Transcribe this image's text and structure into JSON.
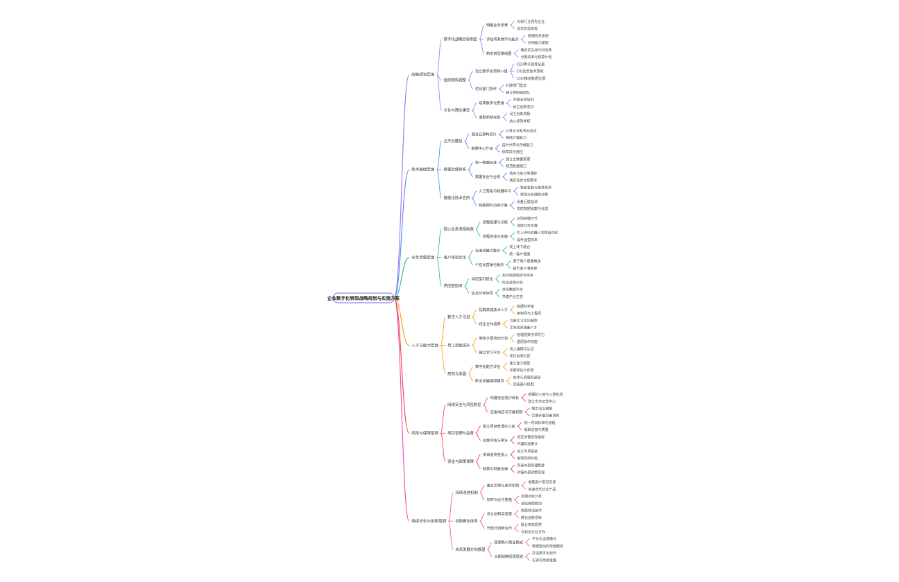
{
  "colors": [
    "#a66cf2",
    "#4a86f5",
    "#22b889",
    "#f59a0b",
    "#ee4040",
    "#ec48b0"
  ],
  "root_border": "#8a63e8",
  "tree": {
    "t": "企业数字化转型战略规划与实施方案",
    "children": [
      {
        "t": "战略规划层面",
        "children": [
          {
            "t": "数字化战略目标制定",
            "children": [
              {
                "t": "明确业务愿景",
                "children": [
                  {
                    "t": "对标行业领先企业"
                  },
                  {
                    "t": "设定阶段目标"
                  }
                ]
              },
              {
                "t": "评估现有数字化能力",
                "children": [
                  {
                    "t": "梳理信息系统"
                  },
                  {
                    "t": "识别能力差距"
                  }
                ]
              },
              {
                "t": "制定转型路线图",
                "children": [
                  {
                    "t": "确定优先级与时间表"
                  },
                  {
                    "t": "分配资源与预算计划"
                  }
                ]
              }
            ]
          },
          {
            "t": "组织架构调整",
            "children": [
              {
                "t": "设立数字化领导小组",
                "children": [
                  {
                    "t": "CEO牵头统筹全局"
                  },
                  {
                    "t": "CIO负责技术落地"
                  },
                  {
                    "t": "CDO推进数据治理"
                  }
                ]
              },
              {
                "t": "优化部门协作",
                "children": [
                  {
                    "t": "打破部门壁垒"
                  },
                  {
                    "t": "建立跨职能团队"
                  }
                ]
              }
            ]
          },
          {
            "t": "文化与理念建设",
            "children": [
              {
                "t": "培育数字化思维",
                "children": [
                  {
                    "t": "开展全员培训"
                  },
                  {
                    "t": "树立创新意识"
                  }
                ]
              },
              {
                "t": "激励机制完善",
                "children": [
                  {
                    "t": "设立创新奖励"
                  },
                  {
                    "t": "纳入绩效考核"
                  }
                ]
              }
            ]
          }
        ]
      },
      {
        "t": "技术基础层面",
        "children": [
          {
            "t": "云平台建设",
            "children": [
              {
                "t": "混合云架构设计",
                "children": [
                  {
                    "t": "公有云与私有云结合"
                  },
                  {
                    "t": "弹性扩展能力"
                  }
                ]
              },
              {
                "t": "数据中心升级",
                "children": [
                  {
                    "t": "提升计算与存储能力"
                  },
                  {
                    "t": "保障高可用性"
                  }
                ]
              }
            ]
          },
          {
            "t": "数据治理体系",
            "children": [
              {
                "t": "统一数据标准",
                "children": [
                  {
                    "t": "建立主数据管理"
                  },
                  {
                    "t": "规范数据接口"
                  }
                ]
              },
              {
                "t": "数据安全与合规",
                "children": [
                  {
                    "t": "落实分级分类保护"
                  },
                  {
                    "t": "满足监管合规要求"
                  }
                ]
              }
            ]
          },
          {
            "t": "智能化技术应用",
            "children": [
              {
                "t": "人工智能与机器学习",
                "children": [
                  {
                    "t": "智能客服与推荐系统"
                  },
                  {
                    "t": "预测分析辅助决策"
                  }
                ]
              },
              {
                "t": "物联网与边缘计算",
                "children": [
                  {
                    "t": "设备互联监测"
                  },
                  {
                    "t": "实时数据采集与处理"
                  }
                ]
              }
            ]
          }
        ]
      },
      {
        "t": "业务流程层面",
        "children": [
          {
            "t": "核心业务流程再造",
            "children": [
              {
                "t": "流程梳理与诊断",
                "children": [
                  {
                    "t": "识别关键环节"
                  },
                  {
                    "t": "消除冗余步骤"
                  }
                ]
              },
              {
                "t": "流程自动化实施",
                "children": [
                  {
                    "t": "引入RPA机器人流程自动化"
                  },
                  {
                    "t": "提升运营效率"
                  }
                ]
              }
            ]
          },
          {
            "t": "客户体验优化",
            "children": [
              {
                "t": "全渠道触点整合",
                "children": [
                  {
                    "t": "线上线下融合"
                  },
                  {
                    "t": "统一客户视图"
                  }
                ]
              },
              {
                "t": "个性化营销与服务",
                "children": [
                  {
                    "t": "基于用户画像推送"
                  },
                  {
                    "t": "提升客户满意度"
                  }
                ]
              }
            ]
          },
          {
            "t": "供应链协同",
            "children": [
              {
                "t": "供应链可视化",
                "children": [
                  {
                    "t": "实时追踪物流与库存"
                  },
                  {
                    "t": "优化采购计划"
                  }
                ]
              },
              {
                "t": "生态伙伴协同",
                "children": [
                  {
                    "t": "共享数据平台"
                  },
                  {
                    "t": "共建产业生态"
                  }
                ]
              }
            ]
          }
        ]
      },
      {
        "t": "人才与能力层面",
        "children": [
          {
            "t": "数字人才引进",
            "children": [
              {
                "t": "招聘高端技术人才",
                "children": [
                  {
                    "t": "数据科学家"
                  },
                  {
                    "t": "架构师与工程师"
                  }
                ]
              },
              {
                "t": "校企合作培养",
                "children": [
                  {
                    "t": "共建实习实训基地"
                  },
                  {
                    "t": "定向培养储备人才"
                  }
                ]
              }
            ]
          },
          {
            "t": "员工技能提升",
            "children": [
              {
                "t": "制定分层培训计划",
                "children": [
                  {
                    "t": "管理层数字领导力"
                  },
                  {
                    "t": "基层操作技能"
                  }
                ]
              },
              {
                "t": "建立学习平台",
                "children": [
                  {
                    "t": "线上课程与认证"
                  },
                  {
                    "t": "知识共享社区"
                  }
                ]
              }
            ]
          },
          {
            "t": "绩效与发展",
            "children": [
              {
                "t": "数字化能力评估",
                "children": [
                  {
                    "t": "建立能力模型"
                  },
                  {
                    "t": "定期评估与反馈"
                  }
                ]
              },
              {
                "t": "职业发展通道建设",
                "children": [
                  {
                    "t": "技术与管理双通道"
                  },
                  {
                    "t": "完善晋升机制"
                  }
                ]
              }
            ]
          }
        ]
      },
      {
        "t": "风险与保障层面",
        "children": [
          {
            "t": "网络安全与风险防控",
            "children": [
              {
                "t": "构建安全防护体系",
                "children": [
                  {
                    "t": "部署防火墙与入侵检测"
                  },
                  {
                    "t": "建立安全运营中心"
                  }
                ]
              },
              {
                "t": "应急响应与灾备机制",
                "children": [
                  {
                    "t": "制定应急预案"
                  },
                  {
                    "t": "定期开展灾备演练"
                  }
                ]
              }
            ]
          },
          {
            "t": "项目管理与监督",
            "children": [
              {
                "t": "建立项目管理办公室",
                "children": [
                  {
                    "t": "统一项目标准与流程"
                  },
                  {
                    "t": "跟踪进度与质量"
                  }
                ]
              },
              {
                "t": "效果评估与审计",
                "children": [
                  {
                    "t": "设定关键绩效指标"
                  },
                  {
                    "t": "开展阶段审计"
                  }
                ]
              }
            ]
          },
          {
            "t": "资金与政策保障",
            "children": [
              {
                "t": "多渠道资金投入",
                "children": [
                  {
                    "t": "设立专项基金"
                  },
                  {
                    "t": "争取政府补贴"
                  }
                ]
              },
              {
                "t": "政策与制度支撑",
                "children": [
                  {
                    "t": "完善内部管理制度"
                  },
                  {
                    "t": "对接外部政策资源"
                  }
                ]
              }
            ]
          }
        ]
      },
      {
        "t": "持续优化与创新层面",
        "children": [
          {
            "t": "持续改进机制",
            "children": [
              {
                "t": "建立反馈与迭代机制",
                "children": [
                  {
                    "t": "收集用户意见反馈"
                  },
                  {
                    "t": "快速迭代优化产品"
                  }
                ]
              },
              {
                "t": "标杆对比与复盘",
                "children": [
                  {
                    "t": "定期对标分析"
                  },
                  {
                    "t": "总结经验教训"
                  }
                ]
              }
            ]
          },
          {
            "t": "创新孵化体系",
            "children": [
              {
                "t": "设立创新实验室",
                "children": [
                  {
                    "t": "探索前沿技术"
                  },
                  {
                    "t": "孵化创新项目"
                  }
                ]
              },
              {
                "t": "开放式创新合作",
                "children": [
                  {
                    "t": "联合高校研究"
                  },
                  {
                    "t": "与初创企业合作"
                  }
                ]
              }
            ]
          },
          {
            "t": "未来发展方向展望",
            "children": [
              {
                "t": "探索新兴商业模式",
                "children": [
                  {
                    "t": "平台化运营模式"
                  },
                  {
                    "t": "数据驱动的增值服务"
                  }
                ]
              },
              {
                "t": "长期战略愿景规划",
                "children": [
                  {
                    "t": "打造数字化标杆"
                  },
                  {
                    "t": "实现可持续发展"
                  }
                ]
              }
            ]
          }
        ]
      }
    ]
  }
}
